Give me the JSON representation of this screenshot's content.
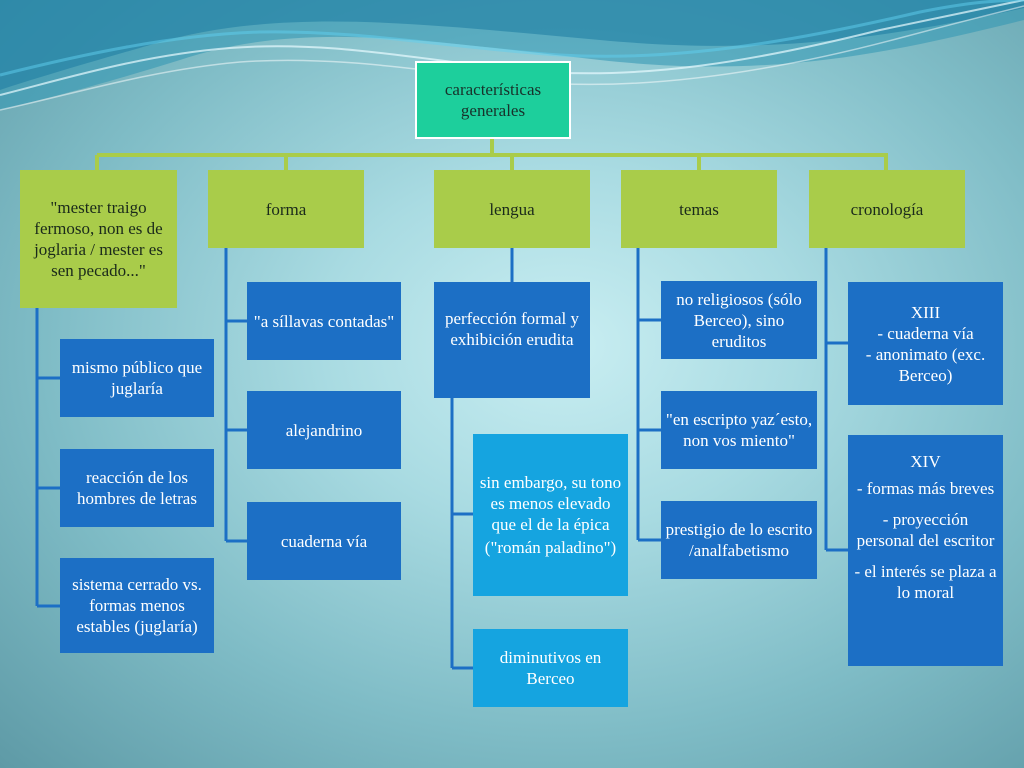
{
  "root": "características generales",
  "categories": {
    "mester": "\"mester traigo fermoso, non es de joglaria / mester es sen pecado...\"",
    "forma": "forma",
    "lengua": "lengua",
    "temas": "temas",
    "cronologia": "cronología"
  },
  "mester_items": [
    "mismo público que juglaría",
    "reacción de los hombres de letras",
    "sistema cerrado vs. formas menos estables (juglaría)"
  ],
  "forma_items": [
    "\"a síllavas contadas\"",
    "alejandrino",
    "cuaderna vía"
  ],
  "lengua_items": {
    "perfeccion": "perfección formal y exhibición erudita",
    "sin_embargo": {
      "line1": "sin embargo, su tono es menos elevado que el de la épica",
      "line2": "(\"román paladino\")"
    },
    "diminutivos": "diminutivos en Berceo"
  },
  "temas_items": [
    "no religiosos (sólo Berceo), sino eruditos",
    "\"en escripto yaz´esto, non vos miento\"",
    "prestigio de lo escrito /analfabetismo"
  ],
  "cronologia_items": {
    "xiii": {
      "title": "XIII",
      "lines": [
        "- cuaderna vía",
        "- anonimato (exc. Berceo)"
      ]
    },
    "xiv": {
      "title": "XIV",
      "lines": [
        "- formas más breves",
        "- proyección personal del escritor",
        "- el interés se plaza a lo moral"
      ]
    }
  }
}
